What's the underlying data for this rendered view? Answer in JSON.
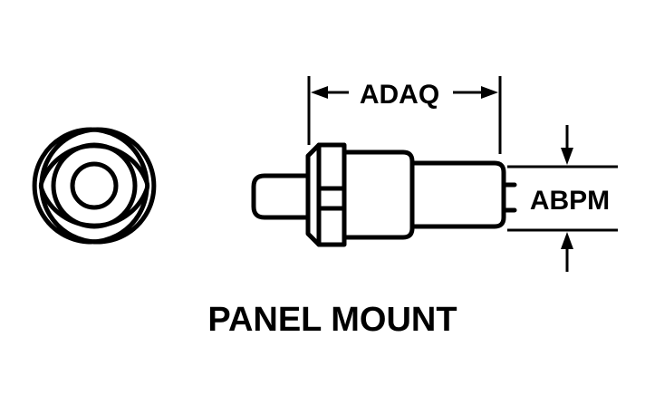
{
  "labels": {
    "length_dimension": "ADAQ",
    "height_dimension": "ABPM",
    "caption": "PANEL MOUNT"
  }
}
